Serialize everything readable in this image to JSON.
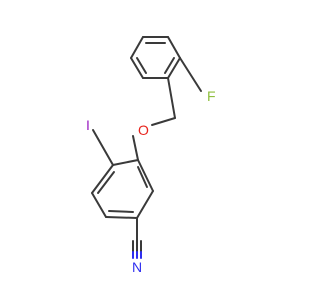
{
  "molecule": {
    "atoms": {
      "fluorine": "F",
      "oxygen": "O",
      "iodine": "I",
      "nitrogen": "N"
    },
    "colors": {
      "bond": "#3a3a3a",
      "fluorine": "#8fbf3f",
      "oxygen": "#e8241d",
      "iodine": "#9a1ec1",
      "nitrogen": "#2f2ff0"
    }
  }
}
